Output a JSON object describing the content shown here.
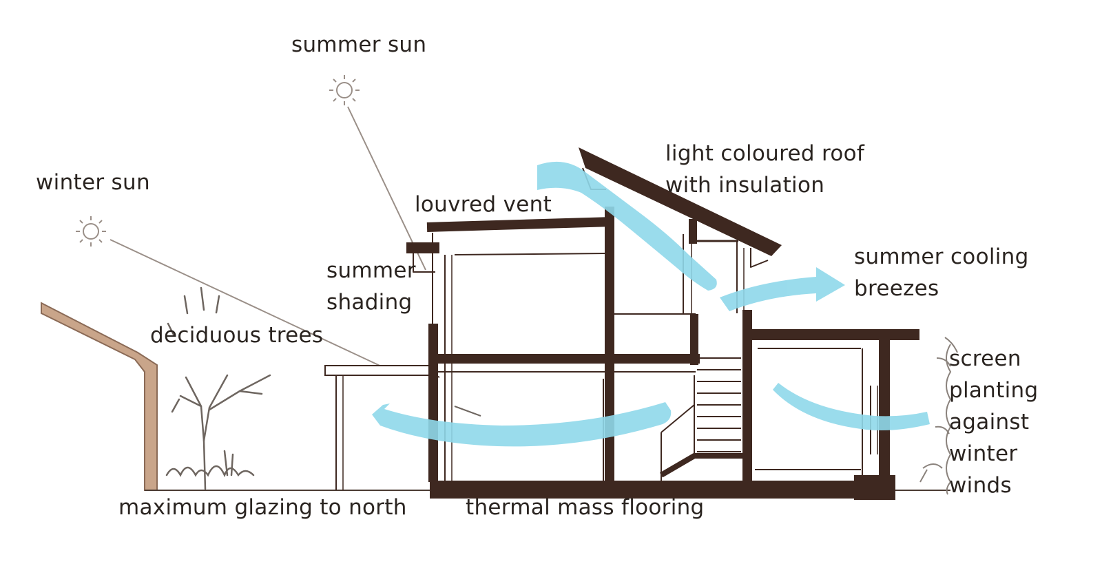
{
  "labels": {
    "summer_sun": "summer sun",
    "winter_sun": "winter sun",
    "louvred_vent": "louvred vent",
    "roof_line1": "light coloured roof",
    "roof_line2": "with insulation",
    "shading_line1": "summer",
    "shading_line2": "shading",
    "deciduous_trees": "deciduous trees",
    "breezes_line1": "summer cooling",
    "breezes_line2": "breezes",
    "planting_line1": "screen",
    "planting_line2": "planting",
    "planting_line3": "against",
    "planting_line4": "winter",
    "planting_line5": "winds",
    "glazing": "maximum glazing to north",
    "flooring": "thermal mass flooring"
  },
  "colors": {
    "ink": "#2a2420",
    "wall": "#3e2820",
    "breeze": "#8fd8ea",
    "earth": "#c9a58a"
  }
}
